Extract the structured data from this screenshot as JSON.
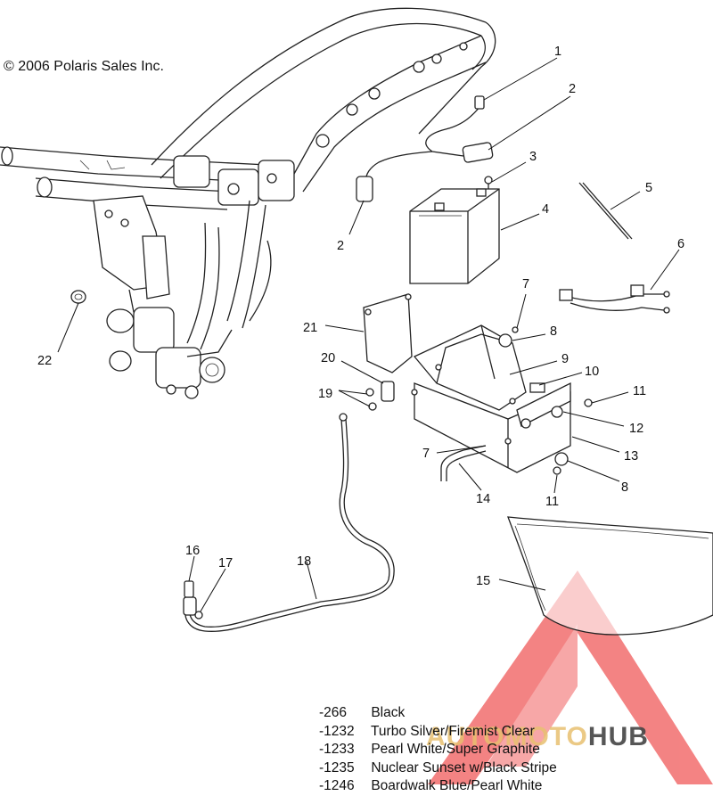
{
  "copyright": "© 2006 Polaris Sales Inc.",
  "callouts": [
    {
      "id": "c1",
      "text": "1"
    },
    {
      "id": "c2a",
      "text": "2"
    },
    {
      "id": "c2b",
      "text": "2"
    },
    {
      "id": "c3",
      "text": "3"
    },
    {
      "id": "c4",
      "text": "4"
    },
    {
      "id": "c5",
      "text": "5"
    },
    {
      "id": "c6",
      "text": "6"
    },
    {
      "id": "c7a",
      "text": "7"
    },
    {
      "id": "c7b",
      "text": "7"
    },
    {
      "id": "c8a",
      "text": "8"
    },
    {
      "id": "c8b",
      "text": "8"
    },
    {
      "id": "c9",
      "text": "9"
    },
    {
      "id": "c10",
      "text": "10"
    },
    {
      "id": "c11a",
      "text": "11"
    },
    {
      "id": "c11b",
      "text": "11"
    },
    {
      "id": "c12",
      "text": "12"
    },
    {
      "id": "c13",
      "text": "13"
    },
    {
      "id": "c14",
      "text": "14"
    },
    {
      "id": "c15",
      "text": "15"
    },
    {
      "id": "c16",
      "text": "16"
    },
    {
      "id": "c17",
      "text": "17"
    },
    {
      "id": "c18",
      "text": "18"
    },
    {
      "id": "c19",
      "text": "19"
    },
    {
      "id": "c20",
      "text": "20"
    },
    {
      "id": "c21",
      "text": "21"
    },
    {
      "id": "c22",
      "text": "22"
    }
  ],
  "color_codes": [
    {
      "code": "-266",
      "name": "Black"
    },
    {
      "code": "-1232",
      "name": "Turbo Silver/Firemist Clear"
    },
    {
      "code": "-1233",
      "name": "Pearl White/Super Graphite"
    },
    {
      "code": "-1235",
      "name": "Nuclear Sunset w/Black Stripe"
    },
    {
      "code": "-1246",
      "name": "Boardwalk Blue/Pearl White"
    }
  ],
  "watermark": {
    "text": "AUTOMOTOHUB",
    "colors": {
      "triangle": "#f05a5a",
      "text_light": "#e8c070",
      "text_dark": "#444444"
    }
  }
}
